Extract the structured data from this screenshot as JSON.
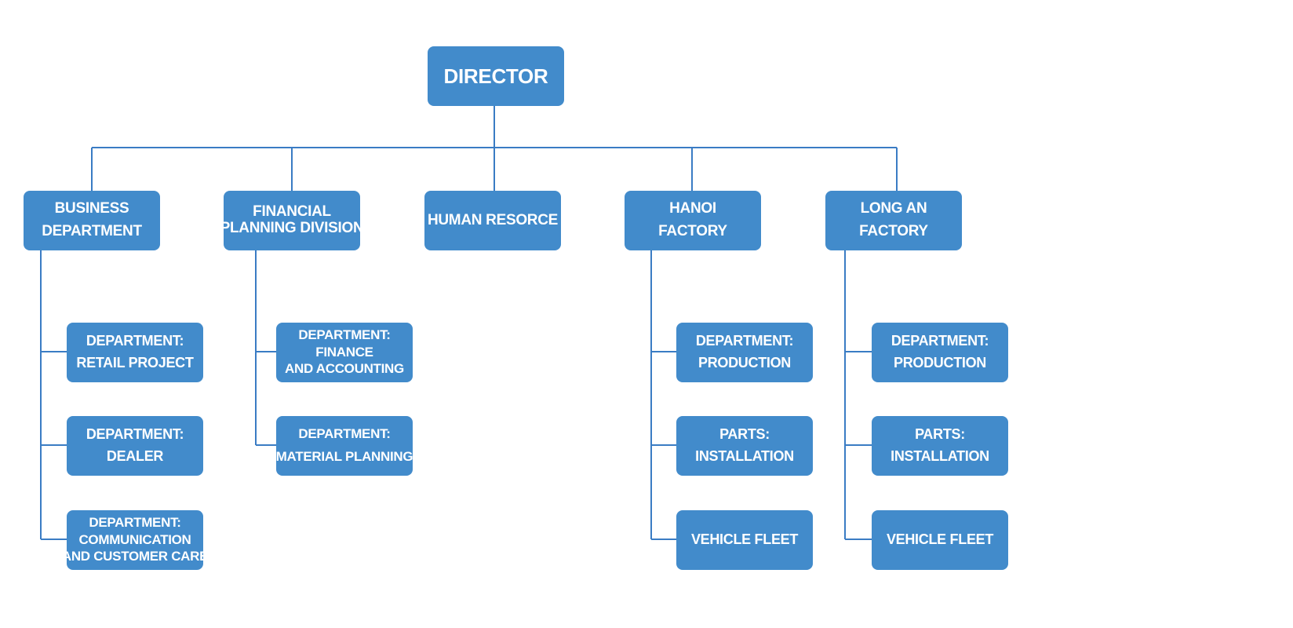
{
  "org_chart": {
    "director": "DIRECTOR",
    "divisions": [
      {
        "lines": [
          "BUSINESS",
          "DEPARTMENT"
        ],
        "children": [
          [
            "DEPARTMENT:",
            "RETAIL PROJECT"
          ],
          [
            "DEPARTMENT:",
            "DEALER"
          ],
          [
            "DEPARTMENT:",
            "COMMUNICATION",
            "AND CUSTOMER CARE"
          ]
        ]
      },
      {
        "lines": [
          "FINANCIAL",
          "PLANNING DIVISION"
        ],
        "children": [
          [
            "DEPARTMENT:",
            "FINANCE",
            "AND ACCOUNTING"
          ],
          [
            "DEPARTMENT:",
            "MATERIAL PLANNING"
          ]
        ]
      },
      {
        "lines": [
          "HUMAN RESORCE"
        ],
        "children": []
      },
      {
        "lines": [
          "HANOI",
          "FACTORY"
        ],
        "children": [
          [
            "DEPARTMENT:",
            "PRODUCTION"
          ],
          [
            "PARTS:",
            "INSTALLATION"
          ],
          [
            "VEHICLE FLEET"
          ]
        ]
      },
      {
        "lines": [
          "LONG AN",
          "FACTORY"
        ],
        "children": [
          [
            "DEPARTMENT:",
            "PRODUCTION"
          ],
          [
            "PARTS:",
            "INSTALLATION"
          ],
          [
            "VEHICLE FLEET"
          ]
        ]
      }
    ]
  },
  "colors": {
    "box_fill": "#428bcb",
    "connector": "#3a7cc4",
    "text": "#ffffff"
  }
}
